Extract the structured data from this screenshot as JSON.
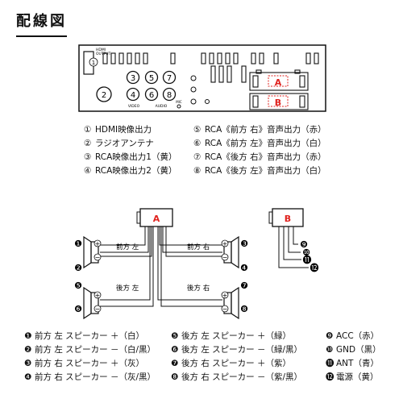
{
  "title": "配線図",
  "panel": {
    "hdmi_label": "HDMI\nOUTPUT",
    "video_label": "VIDEO",
    "audio_label": "AUDIO",
    "mic_label": "MIC",
    "callouts": [
      "①",
      "②",
      "③",
      "④",
      "⑤",
      "⑥",
      "⑦",
      "⑧"
    ],
    "connector_a": "A",
    "connector_b": "B"
  },
  "connector_legend": [
    {
      "num": "①",
      "text": "HDMI映像出力"
    },
    {
      "num": "②",
      "text": "ラジオアンテナ"
    },
    {
      "num": "③",
      "text": "RCA映像出力1（黄）"
    },
    {
      "num": "④",
      "text": "RCA映像出力2（黄）"
    },
    {
      "num": "⑤",
      "text": "RCA《前方 右》音声出力（赤）"
    },
    {
      "num": "⑥",
      "text": "RCA《前方 左》音声出力（白）"
    },
    {
      "num": "⑦",
      "text": "RCA《後方 右》音声出力（赤）"
    },
    {
      "num": "⑧",
      "text": "RCA《後方 左》音声出力（白）"
    }
  ],
  "harness": {
    "connector_a": "A",
    "connector_b": "B",
    "speaker_labels": {
      "front_left": "前方 左",
      "front_right": "前方 右",
      "rear_left": "後方 左",
      "rear_right": "後方 右"
    },
    "speaker_numbers": [
      "❶",
      "❷",
      "❸",
      "❹",
      "❺",
      "❻",
      "❼",
      "❽"
    ],
    "power_numbers": [
      "❾",
      "❿",
      "⓫",
      "⓬"
    ]
  },
  "wire_legend": {
    "col1": [
      {
        "num": "❶",
        "text": "前方 左 スピーカー ＋（白）"
      },
      {
        "num": "❷",
        "text": "前方 左 スピーカー －（白/黒）"
      },
      {
        "num": "❸",
        "text": "前方 右 スピーカー ＋（灰）"
      },
      {
        "num": "❹",
        "text": "前方 右 スピーカー －（灰/黒）"
      }
    ],
    "col2": [
      {
        "num": "❺",
        "text": "後方 左 スピーカー ＋（緑）"
      },
      {
        "num": "❻",
        "text": "後方 左 スピーカー －（緑/黒）"
      },
      {
        "num": "❼",
        "text": "後方 右 スピーカー ＋（紫）"
      },
      {
        "num": "❽",
        "text": "後方 右 スピーカー －（紫/黒）"
      }
    ],
    "col3": [
      {
        "num": "❾",
        "text": "ACC（赤）"
      },
      {
        "num": "❿",
        "text": "GND（黒）"
      },
      {
        "num": "⓫",
        "text": "ANT（青）"
      },
      {
        "num": "⓬",
        "text": "電源（黄）"
      }
    ]
  },
  "colors": {
    "accent_red": "#e0231f",
    "line": "#111111",
    "background": "#ffffff"
  }
}
